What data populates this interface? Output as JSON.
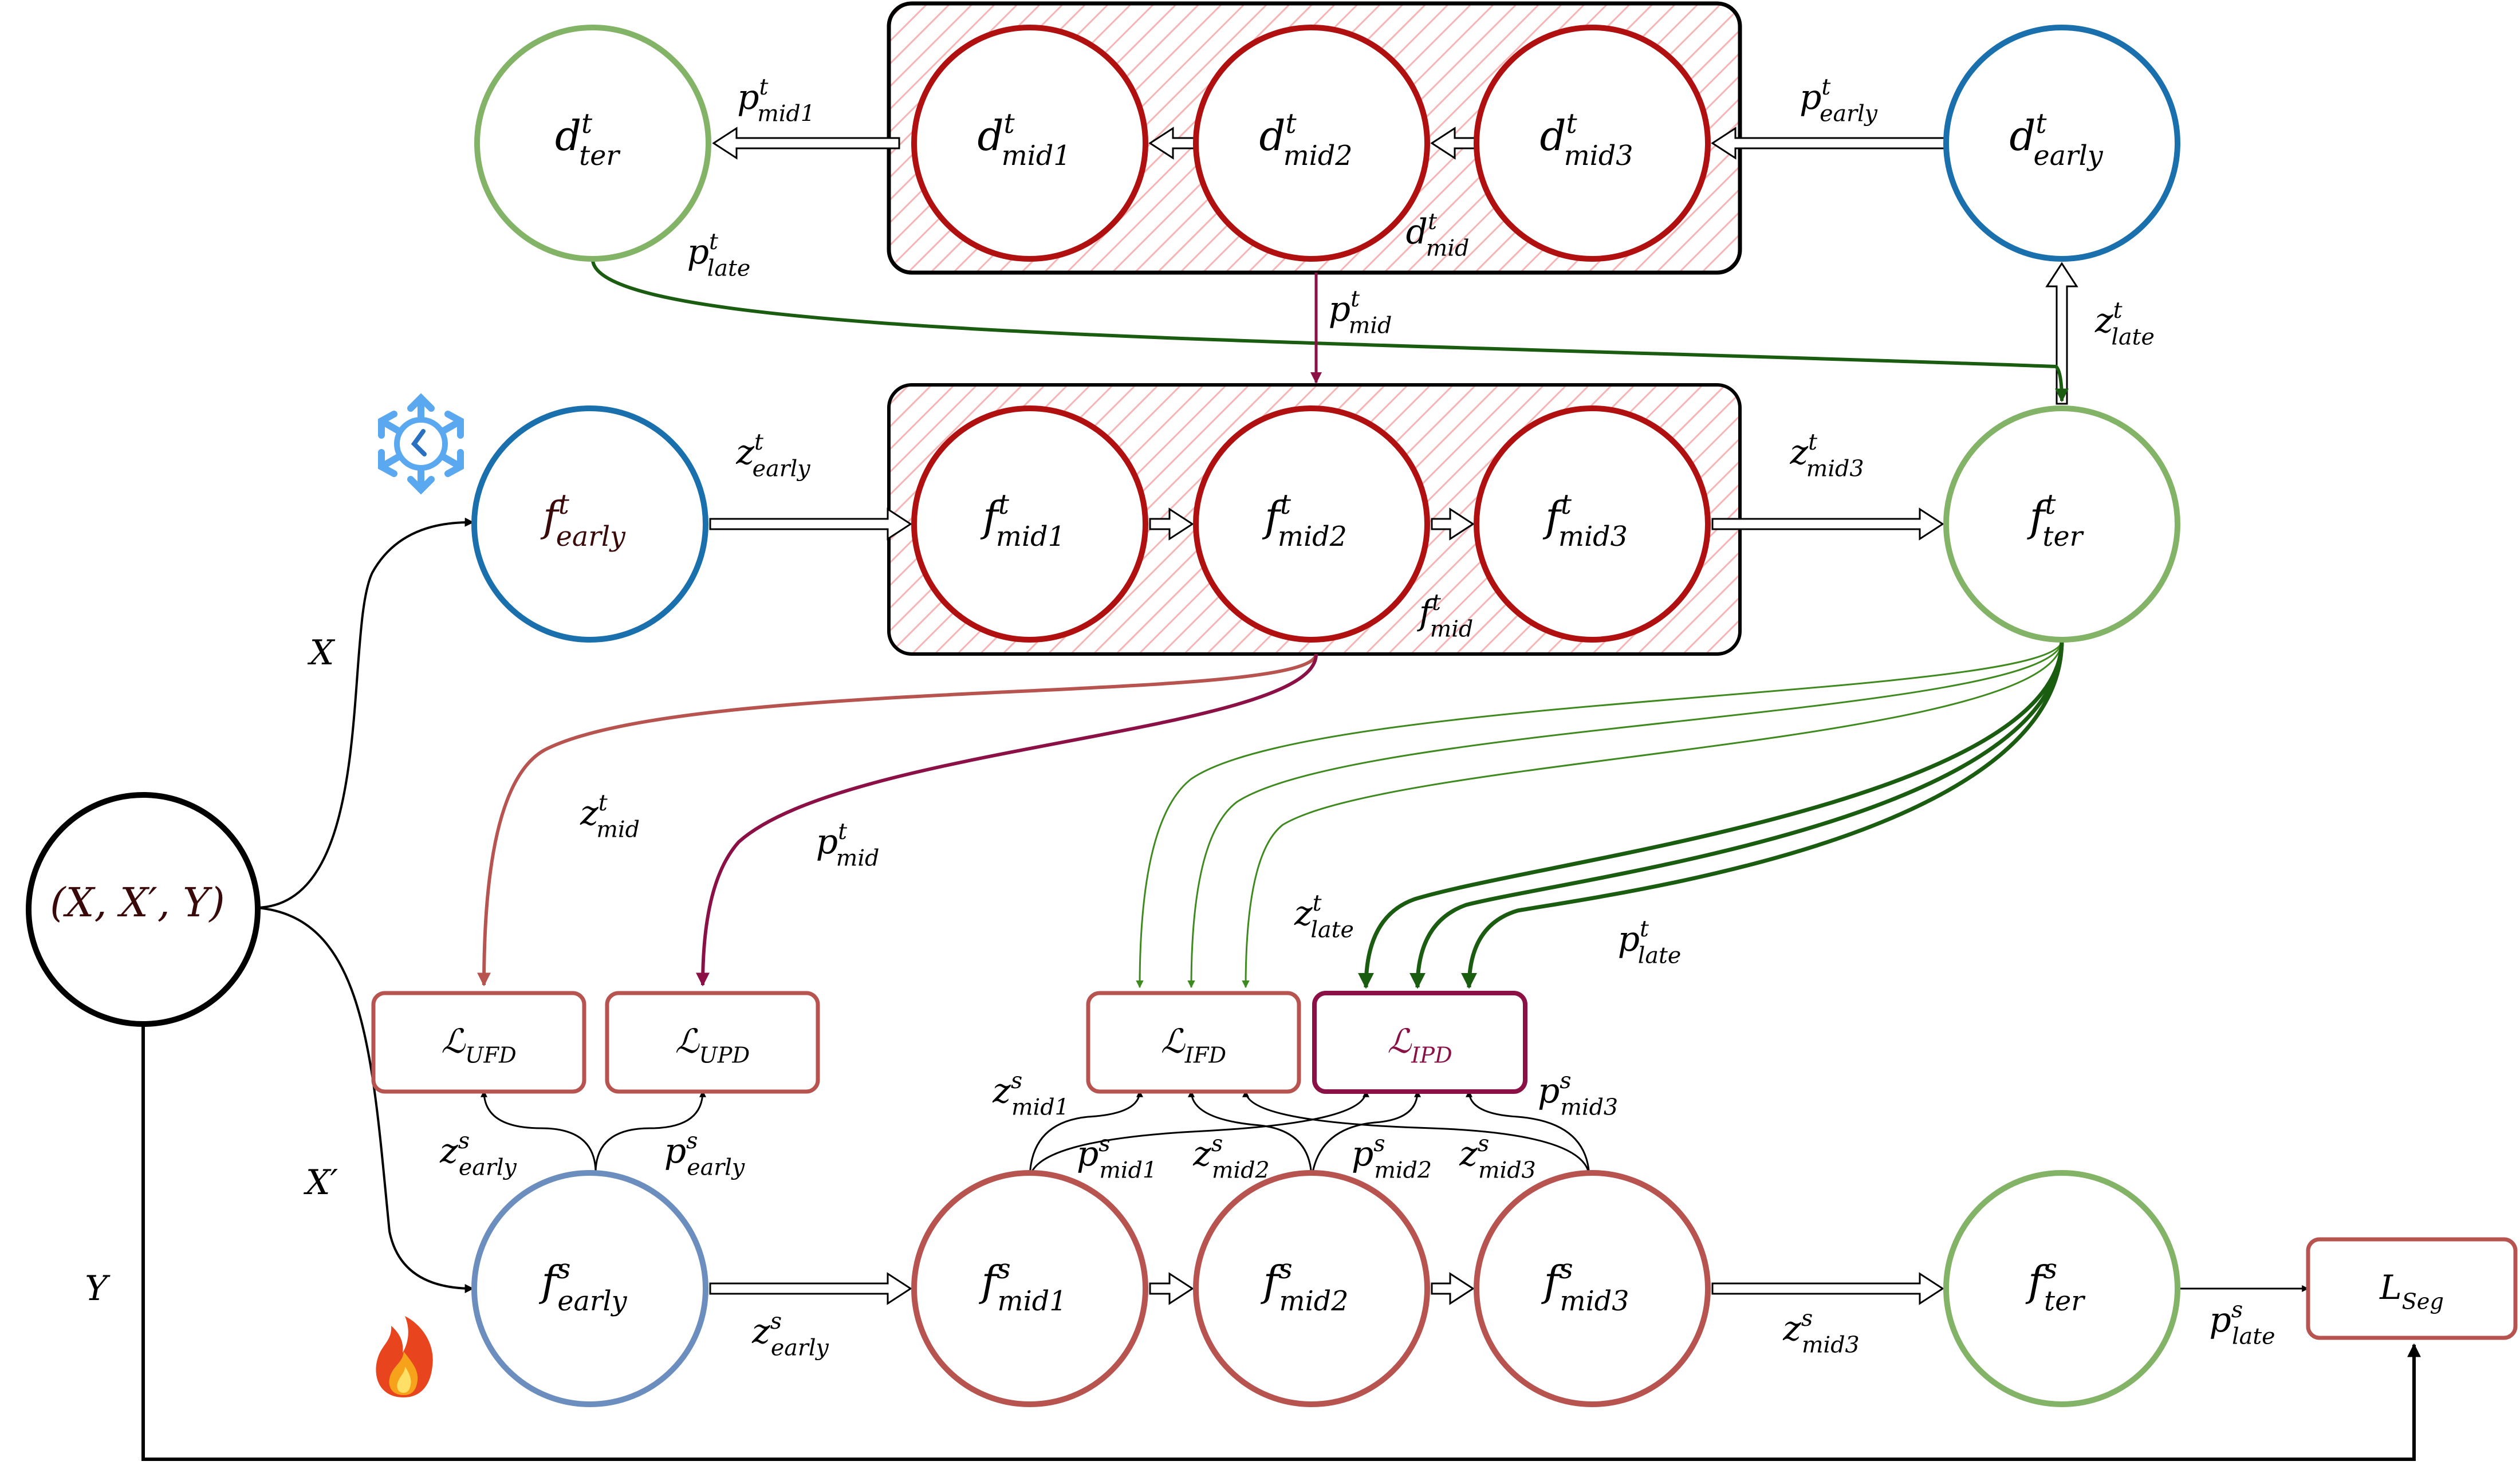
{
  "colors": {
    "red_node": "#b01010",
    "green_node": "#82b366",
    "blue_node": "#1a6fad",
    "student_blue": "#6c8ebf",
    "student_red": "#b85450",
    "dark_green": "#1a5c10",
    "mid_green": "#3e8a1e",
    "purple": "#8b1045",
    "hatch": "#f5b5b5",
    "black": "#000000"
  },
  "icons": {
    "frozen": "snowflake-clock-icon",
    "trainable": "fire-icon"
  },
  "nodes": {
    "d_ter": {
      "base": "d",
      "sup": "t",
      "sub": "ter"
    },
    "d_mid1": {
      "base": "d",
      "sup": "t",
      "sub": "mid1"
    },
    "d_mid2": {
      "base": "d",
      "sup": "t",
      "sub": "mid2"
    },
    "d_mid3": {
      "base": "d",
      "sup": "t",
      "sub": "mid3"
    },
    "d_early": {
      "base": "d",
      "sup": "t",
      "sub": "early"
    },
    "ft_early": {
      "base": "f",
      "sup": "t",
      "sub": "early"
    },
    "ft_mid1": {
      "base": "f",
      "sup": "t",
      "sub": "mid1"
    },
    "ft_mid2": {
      "base": "f",
      "sup": "t",
      "sub": "mid2"
    },
    "ft_mid3": {
      "base": "f",
      "sup": "t",
      "sub": "mid3"
    },
    "ft_ter": {
      "base": "f",
      "sup": "t",
      "sub": "ter"
    },
    "input": {
      "text": "(X, X′, Y)"
    },
    "fs_early": {
      "base": "f",
      "sup": "s",
      "sub": "early"
    },
    "fs_mid1": {
      "base": "f",
      "sup": "s",
      "sub": "mid1"
    },
    "fs_mid2": {
      "base": "f",
      "sup": "s",
      "sub": "mid2"
    },
    "fs_mid3": {
      "base": "f",
      "sup": "s",
      "sub": "mid3"
    },
    "fs_ter": {
      "base": "f",
      "sup": "s",
      "sub": "ter"
    }
  },
  "group_labels": {
    "d_mid": {
      "base": "d",
      "sup": "t",
      "sub": "mid"
    },
    "f_mid": {
      "base": "f",
      "sup": "t",
      "sub": "mid"
    }
  },
  "losses": {
    "ufd": {
      "base": "ℒ",
      "sub": "UFD"
    },
    "upd": {
      "base": "ℒ",
      "sub": "UPD"
    },
    "ifd": {
      "base": "ℒ",
      "sub": "IFD"
    },
    "ipd": {
      "base": "ℒ",
      "sub": "IPD"
    },
    "seg": {
      "base": "L",
      "sub": "Seg"
    }
  },
  "edge_labels": {
    "p_mid1_top": {
      "base": "p",
      "sup": "t",
      "sub": "mid1"
    },
    "p_early_top": {
      "base": "p",
      "sup": "t",
      "sub": "early"
    },
    "p_late_top": {
      "base": "p",
      "sup": "t",
      "sub": "late"
    },
    "p_mid_top": {
      "base": "p",
      "sup": "t",
      "sub": "mid"
    },
    "z_late_top": {
      "base": "z",
      "sup": "t",
      "sub": "late"
    },
    "z_early_t": {
      "base": "z",
      "sup": "t",
      "sub": "early"
    },
    "z_mid3_t": {
      "base": "z",
      "sup": "t",
      "sub": "mid3"
    },
    "X": {
      "base": "X"
    },
    "z_mid_t": {
      "base": "z",
      "sup": "t",
      "sub": "mid"
    },
    "p_mid_t": {
      "base": "p",
      "sup": "t",
      "sub": "mid"
    },
    "z_late_t": {
      "base": "z",
      "sup": "t",
      "sub": "late"
    },
    "p_late_t": {
      "base": "p",
      "sup": "t",
      "sub": "late"
    },
    "z_mid1_s": {
      "base": "z",
      "sup": "s",
      "sub": "mid1"
    },
    "p_mid3_s": {
      "base": "p",
      "sup": "s",
      "sub": "mid3"
    },
    "z_early_s_up": {
      "base": "z",
      "sup": "s",
      "sub": "early"
    },
    "p_early_s_up": {
      "base": "p",
      "sup": "s",
      "sub": "early"
    },
    "p_mid1_s": {
      "base": "p",
      "sup": "s",
      "sub": "mid1"
    },
    "z_mid2_s": {
      "base": "z",
      "sup": "s",
      "sub": "mid2"
    },
    "p_mid2_s": {
      "base": "p",
      "sup": "s",
      "sub": "mid2"
    },
    "z_mid3_s_up": {
      "base": "z",
      "sup": "s",
      "sub": "mid3"
    },
    "X_prime": {
      "base": "X′"
    },
    "Y": {
      "base": "Y"
    },
    "z_early_s": {
      "base": "z",
      "sup": "s",
      "sub": "early"
    },
    "z_mid3_s": {
      "base": "z",
      "sup": "s",
      "sub": "mid3"
    },
    "p_late_s": {
      "base": "p",
      "sup": "s",
      "sub": "late"
    }
  }
}
